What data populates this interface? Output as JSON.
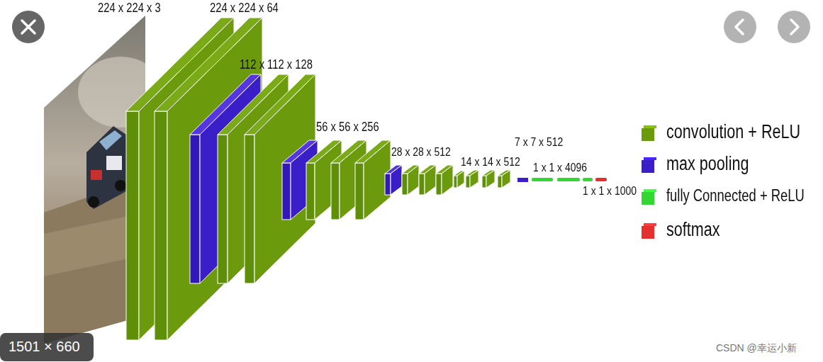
{
  "diagram": {
    "labels": [
      "224 x 224 x 3",
      "224 x 224 x 64",
      "112 x 112 x 128",
      "56 x 56 x 256",
      "28 x 28 x 512",
      "14 x 14 x 512",
      "7 x 7 x 512",
      "1 x 1 x 4096",
      "1 x 1 x 1000",
      "1501 × 660",
      "CSDN @幸运小新"
    ],
    "legend": [
      {
        "text": "convolution + ReLU",
        "color": "#6b9a0c"
      },
      {
        "text": "max pooling",
        "color": "#3a1ec8"
      },
      {
        "text": "fully Connected + ReLU",
        "color": "#33d633"
      },
      {
        "text": "softmax",
        "color": "#e53030"
      }
    ]
  }
}
